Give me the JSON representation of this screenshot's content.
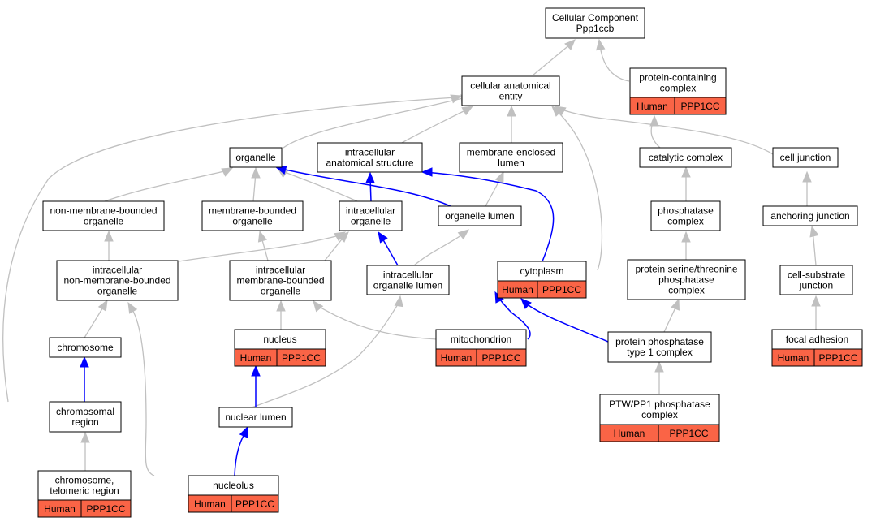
{
  "colors": {
    "annotation": "#fa6446",
    "grey_edge": "#c0c0c0",
    "blue_edge": "#0000ff"
  },
  "nodes": {
    "root": [
      "Cellular Component",
      "Ppp1ccb"
    ],
    "cae": [
      "cellular anatomical",
      "entity"
    ],
    "pcc": [
      "protein-containing",
      "complex"
    ],
    "organelle": [
      "organelle"
    ],
    "ias": [
      "intracellular",
      "anatomical structure"
    ],
    "mel": [
      "membrane-enclosed",
      "lumen"
    ],
    "catalytic": [
      "catalytic complex"
    ],
    "celljunction": [
      "cell junction"
    ],
    "nmbo": [
      "non-membrane-bounded",
      "organelle"
    ],
    "mbo": [
      "membrane-bounded",
      "organelle"
    ],
    "io": [
      "intracellular",
      "organelle"
    ],
    "ol": [
      "organelle lumen"
    ],
    "phosphatase": [
      "phosphatase",
      "complex"
    ],
    "anchoring": [
      "anchoring junction"
    ],
    "inmbo": [
      "intracellular",
      "non-membrane-bounded",
      "organelle"
    ],
    "imbo": [
      "intracellular",
      "membrane-bounded",
      "organelle"
    ],
    "iol": [
      "intracellular",
      "organelle lumen"
    ],
    "cytoplasm": [
      "cytoplasm"
    ],
    "pstp": [
      "protein serine/threonine",
      "phosphatase",
      "complex"
    ],
    "csj": [
      "cell-substrate",
      "junction"
    ],
    "chromosome": [
      "chromosome"
    ],
    "nucleus": [
      "nucleus"
    ],
    "mito": [
      "mitochondrion"
    ],
    "pp1": [
      "protein phosphatase",
      "type 1 complex"
    ],
    "focal": [
      "focal adhesion"
    ],
    "chromreg": [
      "chromosomal",
      "region"
    ],
    "nuclumen": [
      "nuclear lumen"
    ],
    "ptw": [
      "PTW/PP1 phosphatase",
      "complex"
    ],
    "telomeric": [
      "chromosome,",
      "telomeric region"
    ],
    "nucleolus": [
      "nucleolus"
    ]
  },
  "annotations": {
    "pcc": [
      "Human",
      "PPP1CC"
    ],
    "cytoplasm": [
      "Human",
      "PPP1CC"
    ],
    "nucleus": [
      "Human",
      "PPP1CC"
    ],
    "mito": [
      "Human",
      "PPP1CC"
    ],
    "focal": [
      "Human",
      "PPP1CC"
    ],
    "ptw": [
      "Human",
      "PPP1CC"
    ],
    "telomeric": [
      "Human",
      "PPP1CC"
    ],
    "nucleolus": [
      "Human",
      "PPP1CC"
    ]
  }
}
